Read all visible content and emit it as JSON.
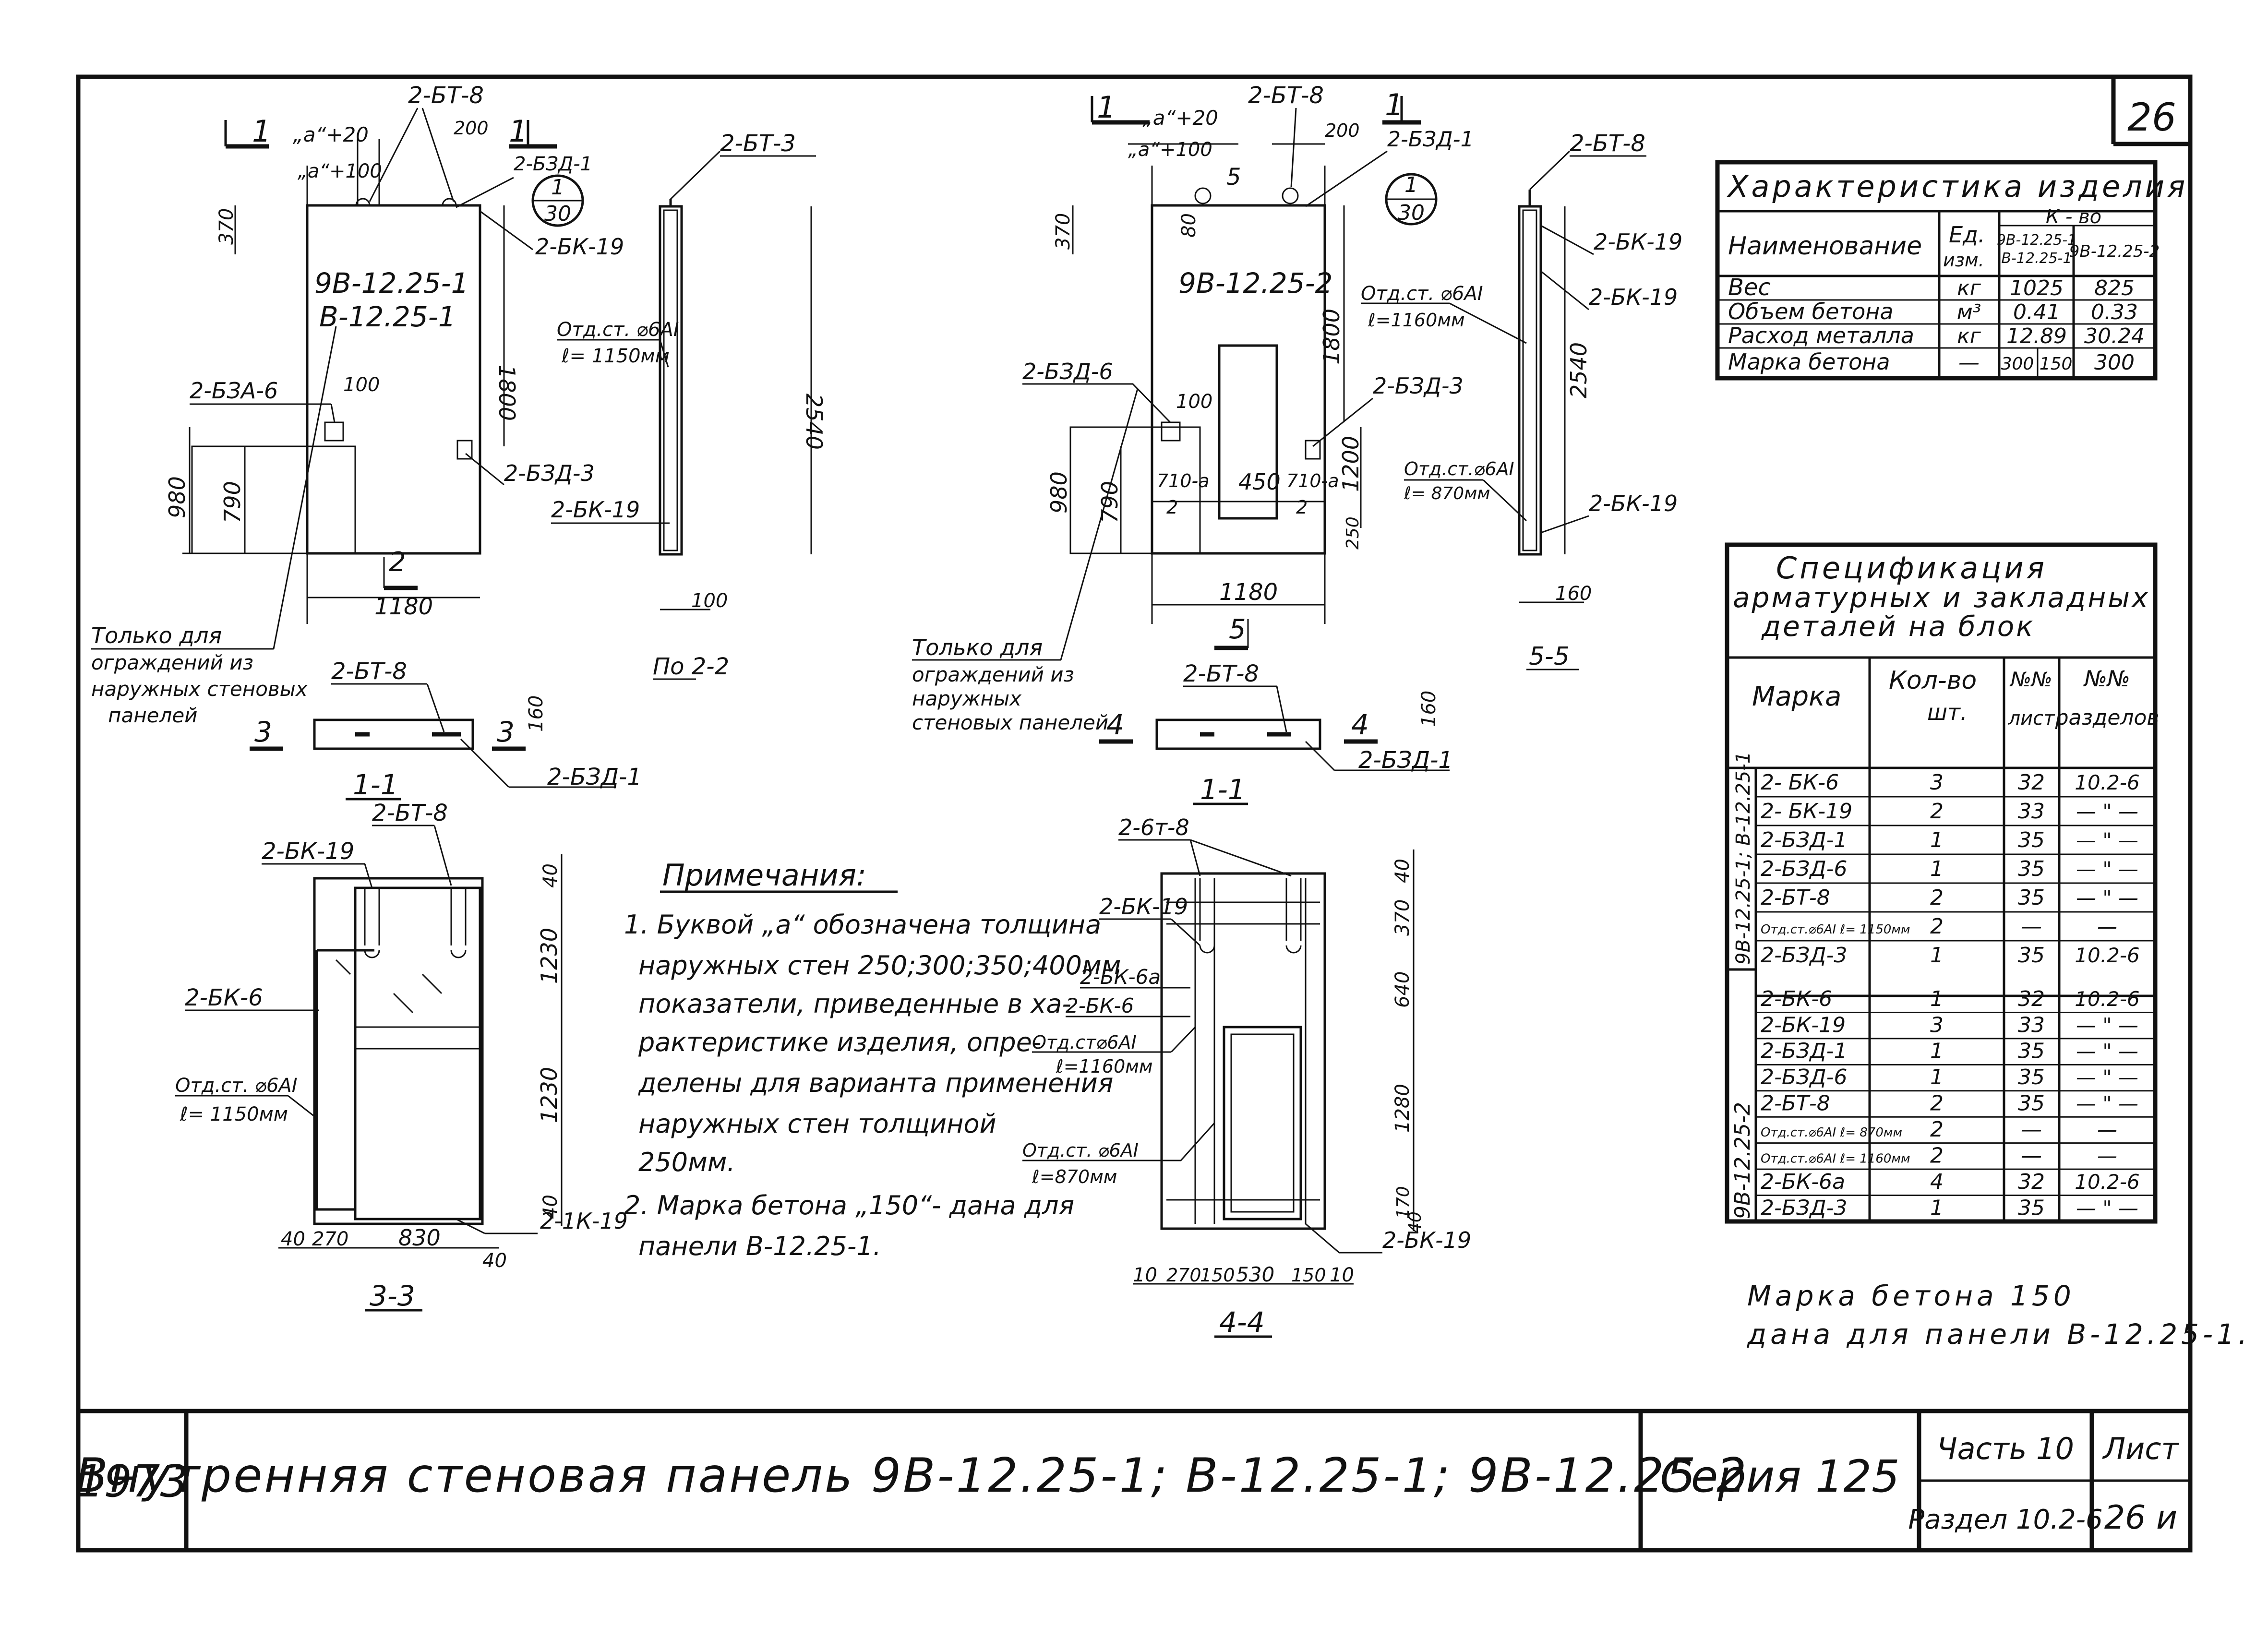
{
  "sheet": {
    "corner_no": "26",
    "year": "1973",
    "title": "Внутренняя стеновая панель 9В-12.25-1; В-12.25-1; 9В-12.25-2",
    "series": "Серия 125",
    "part": "Часть 10",
    "section": "Раздел 10.2-6",
    "list_label": "Лист",
    "list_no": "26 и"
  },
  "panel1": {
    "mark_line1": "9В-12.25-1",
    "mark_line2": "В-12.25-1",
    "dims": {
      "d370": "370",
      "d1800": "1800",
      "d2540": "2540",
      "d980": "980",
      "d790": "790",
      "d100": "100",
      "d200": "200",
      "d1180": "1180",
      "a20": "„a“+20",
      "a100": "„a“+100"
    },
    "callouts": {
      "bt8": "2-БТ-8",
      "bt3": "2-БТ-3",
      "bd1": "2-БЗД-1",
      "bk19": "2-БК-19",
      "ba6": "2-БЗА-6",
      "bd3": "2-БЗД-3",
      "bk19b": "2-БК-19",
      "rod1": "Отд.ст. ⌀6АI",
      "rod2": "ℓ= 1150мм"
    },
    "section_marks": {
      "s1a": "1",
      "s1b": "1",
      "s2": "2",
      "circle_top": "1",
      "circle_bot": "30"
    },
    "side_label": "По 2-2",
    "side_dim": "100"
  },
  "panel2": {
    "mark": "9В-12.25-2",
    "dims": {
      "d370": "370",
      "d80": "80",
      "d1800": "1800",
      "d2540": "2540",
      "d1200": "1200",
      "d980": "980",
      "d790": "790",
      "d250": "250",
      "d450": "450",
      "d710a": "710-a",
      "d710b": "710-a",
      "d2a": "2",
      "d2b": "2",
      "d100": "100",
      "d200": "200",
      "d1180": "1180",
      "a20": "„a“+20",
      "a100": "„a“+100",
      "s5": "5"
    },
    "callouts": {
      "bt8": "2-БТ-8",
      "bd1": "2-БЗД-1",
      "bd6": "2-БЗД-6",
      "bd3": "2-БЗД-3",
      "rodA1": "Отд.ст. ⌀6АI",
      "rodA2": "ℓ=1160мм",
      "rodB1": "Отд.ст.⌀6АI",
      "rodB2": "ℓ= 870мм",
      "bk19a": "2-БК-19",
      "bk19b": "2-БК-19",
      "bk19c": "2-БК-19",
      "bt8s": "2-БТ-8"
    },
    "section_marks": {
      "s1a": "1",
      "s1b": "1",
      "s5": "5",
      "circle_top": "1",
      "circle_bot": "30"
    },
    "side_label": "5-5",
    "side_dim": "160"
  },
  "only_note": {
    "l1": "Только для",
    "l2": "ограждений из",
    "l3": "наружных стеновых",
    "l4": "панелей"
  },
  "only_note2": {
    "l1": "Только для",
    "l2": "ограждений из",
    "l3": "наружных",
    "l4": "стеновых панелей"
  },
  "plan1": {
    "bt8": "2-БТ-8",
    "bd1": "2-БЗД-1",
    "m3a": "3",
    "m3b": "3",
    "dim": "160",
    "title": "1-1"
  },
  "plan2": {
    "bt8": "2-БТ-8",
    "bd1": "2-БЗД-1",
    "m4a": "4",
    "m4b": "4",
    "dim": "160",
    "title": "1-1"
  },
  "sec33": {
    "title": "3-3",
    "bt8": "2-БТ-8",
    "bk19": "2-БК-19",
    "bk6": "2-БК-6",
    "rod1": "Отд.ст. ⌀6АI",
    "rod2": "ℓ= 1150мм",
    "k19": "2-1К-19",
    "dims": {
      "d40a": "40",
      "d1230a": "1230",
      "d1230b": "1230",
      "d40b": "40",
      "b40": "40",
      "b270": "270",
      "b830": "830",
      "b40b": "40"
    }
  },
  "sec44": {
    "title": "4-4",
    "bt8": "2-6т-8",
    "bk19": "2-БК-19",
    "bk6a": "2-БК-6а",
    "bk6": "2-БК-6",
    "rod1a": "Отд.ст⌀6АI",
    "rod1b": "ℓ=1160мм",
    "rod2a": "Отд.ст. ⌀6АI",
    "rod2b": "ℓ=870мм",
    "bk19b": "2-БК-19",
    "dims": {
      "d40": "40",
      "d370": "370",
      "d640": "640",
      "d1280": "1280",
      "d170": "170",
      "d40b": "40",
      "b10": "10",
      "b270": "270",
      "b150": "150",
      "b530": "530",
      "b150b": "150",
      "b10b": "10"
    }
  },
  "notes": {
    "title": "Примечания:",
    "lines": [
      "1. Буквой „a“ обозначена толщина",
      "наружных стен 250;300;350;400мм",
      "показатели, приведенные в ха-",
      "рактеристике изделия, опре-",
      "делены для варианта применения",
      "наружных стен толщиной",
      "250мм.",
      "2. Марка бетона „150“- дана для",
      "панели В-12.25-1."
    ]
  },
  "characteristics": {
    "title": "Характеристика изделия",
    "h_name": "Наименование",
    "h_unit1": "Ед.",
    "h_unit2": "изм.",
    "h_qty": "К - во",
    "h_c1a": "9В-12.25-1",
    "h_c1b": "В-12.25-1",
    "h_c2": "9В-12.25-2",
    "rows": [
      {
        "name": "Вес",
        "unit": "кг",
        "v1": "1025",
        "v2": "825"
      },
      {
        "name": "Объем бетона",
        "unit": "м³",
        "v1": "0.41",
        "v2": "0.33"
      },
      {
        "name": "Расход металла",
        "unit": "кг",
        "v1": "12.89",
        "v2": "30.24"
      },
      {
        "name": "Марка бетона",
        "unit": "—",
        "v1": "300 150",
        "v2": "300"
      }
    ]
  },
  "specification": {
    "title1": "Спецификация",
    "title2": "арматурных и закладных",
    "title3": "деталей на блок",
    "h_mark": "Марка",
    "h_qty1": "Кол-во",
    "h_qty2": "шт.",
    "h_list1": "№№",
    "h_list2": "лист",
    "h_sect1": "№№",
    "h_sect2": "разделов",
    "group1": "9В-12.25-1; В-12.25-1",
    "group2": "9В-12.25-2",
    "rows1": [
      {
        "mark": "2- БК-6",
        "qty": "3",
        "list": "32",
        "sect": "10.2-6"
      },
      {
        "mark": "2- БК-19",
        "qty": "2",
        "list": "33",
        "sect": "— \" —"
      },
      {
        "mark": "2-БЗД-1",
        "qty": "1",
        "list": "35",
        "sect": "— \" —"
      },
      {
        "mark": "2-БЗД-6",
        "qty": "1",
        "list": "35",
        "sect": "— \" —"
      },
      {
        "mark": "2-БТ-8",
        "qty": "2",
        "list": "35",
        "sect": "— \" —"
      },
      {
        "mark": "Отд.ст.⌀6АI ℓ= 1150мм",
        "qty": "2",
        "list": "—",
        "sect": "—"
      },
      {
        "mark": "2-БЗД-3",
        "qty": "1",
        "list": "35",
        "sect": "10.2-6"
      }
    ],
    "rows2": [
      {
        "mark": "2-БК-6",
        "qty": "1",
        "list": "32",
        "sect": "10.2-6"
      },
      {
        "mark": "2-БК-19",
        "qty": "3",
        "list": "33",
        "sect": "— \" —"
      },
      {
        "mark": "2-БЗД-1",
        "qty": "1",
        "list": "35",
        "sect": "— \" —"
      },
      {
        "mark": "2-БЗД-6",
        "qty": "1",
        "list": "35",
        "sect": "— \" —"
      },
      {
        "mark": "2-БТ-8",
        "qty": "2",
        "list": "35",
        "sect": "— \" —"
      },
      {
        "mark": "Отд.ст.⌀6АI ℓ= 870мм",
        "qty": "2",
        "list": "—",
        "sect": "—"
      },
      {
        "mark": "Отд.ст.⌀6АI ℓ= 1160мм",
        "qty": "2",
        "list": "—",
        "sect": "—"
      },
      {
        "mark": "2-БК-6а",
        "qty": "4",
        "list": "32",
        "sect": "10.2-6"
      },
      {
        "mark": "2-БЗД-3",
        "qty": "1",
        "list": "35",
        "sect": "— \" —"
      }
    ]
  },
  "footnote": {
    "l1": "Марка бетона 150",
    "l2": "дана для панели В-12.25-1."
  }
}
